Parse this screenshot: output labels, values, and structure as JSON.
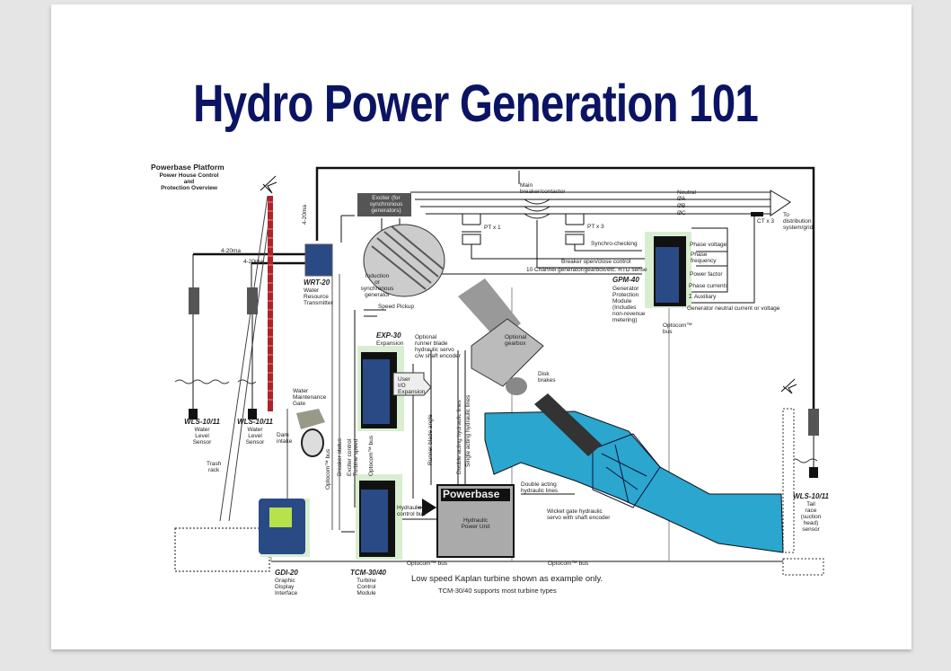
{
  "slide": {
    "title": "Hydro Power Generation 101"
  },
  "diagram": {
    "header": {
      "title": "Powerbase Platform",
      "subtitle_1": "Power House Control",
      "subtitle_2": "and",
      "subtitle_3": "Protection Overview"
    },
    "signals": {
      "ma_1": "4-20ma",
      "ma_2": "4-20ma",
      "ma_vertical": "4-20ma"
    },
    "devices": {
      "wrt20": {
        "name": "WRT-20",
        "desc": [
          "Water",
          "Resource",
          "Transmitter"
        ]
      },
      "wls_left": {
        "name": "WLS-10/11",
        "desc": [
          "Water",
          "Level",
          "Sensor"
        ]
      },
      "wls_mid": {
        "name": "WLS-10/11",
        "desc": [
          "Water",
          "Level",
          "Sensor"
        ]
      },
      "wls_tail": {
        "name": "WLS-10/11",
        "desc": [
          "Tail",
          "race",
          "(suction",
          "head)",
          "sensor"
        ]
      },
      "exp30": {
        "name": "EXP-30",
        "desc": [
          "Expansion"
        ],
        "io_label": [
          "User",
          "I/O",
          "Expansion"
        ]
      },
      "gpm40": {
        "name": "GPM-40",
        "desc": [
          "Generator",
          "Protection",
          "Module",
          "(Includes",
          "non-revenue",
          "metering)"
        ]
      },
      "gdi20": {
        "name": "GDI-20",
        "desc": [
          "Graphic",
          "Display",
          "Interface"
        ]
      },
      "tcm3040": {
        "name": "TCM-30/40",
        "desc": [
          "Turbine",
          "Control",
          "Module"
        ]
      },
      "hpu": {
        "brand": "Powerbase",
        "desc": [
          "Hydraulic",
          "Power Unit"
        ]
      }
    },
    "components": {
      "exciter": [
        "Exciter (for",
        "synchronous",
        "generators)"
      ],
      "generator": [
        "Induction",
        "or",
        "synchronous",
        "generator"
      ],
      "speed_pickup": "Speed Pickup",
      "runner_servo": [
        "Optional",
        "runner blade",
        "hydraulic servo",
        "c/w shaft encoder"
      ],
      "gearbox": [
        "Optional",
        "gearbox"
      ],
      "disk_brakes": [
        "Disk",
        "brakes"
      ],
      "maintenance_gate": [
        "Water",
        "Maintenance",
        "Gate"
      ],
      "dam_intake": [
        "Dam",
        "intake"
      ],
      "trash_rack": [
        "Trash",
        "rack"
      ],
      "main_breaker": [
        "Main",
        "breaker/contactor"
      ],
      "pt1": "PT x 1",
      "pt3": "PT x 3",
      "ct3": "CT x 3",
      "grid": [
        "To",
        "distribution",
        "system/grid"
      ],
      "wicket_gate": [
        "Wicket gate hydraulic",
        "servo with shaft encoder"
      ],
      "double_acting": [
        "Double acting",
        "hydraulic lines"
      ],
      "hydraulic_control_bus": [
        "Hydraulic",
        "control bus"
      ]
    },
    "bus_lines": {
      "neutral": "Neutral",
      "phase_a": "ØA",
      "phase_b": "ØB",
      "phase_c": "ØC"
    },
    "gpm_inputs": {
      "synchro": "Synchro-checking",
      "breaker_ctrl": "Breaker open/close control",
      "rtd": "10 Channel generator/gearbox/etc.   RTD sense"
    },
    "gpm_outputs": {
      "phase_voltage": "Phase voltage",
      "phase_freq": [
        "Phase",
        "frequency"
      ],
      "power_factor": "Power factor",
      "phase_currents": "Phase currents",
      "aux": "Σ Auxiliary",
      "neutral_current": "Generator neutral current or voltage",
      "optocom": [
        "Optocom™",
        "bus"
      ]
    },
    "vertical_labels": {
      "optocom_bus": "Optocom™ bus",
      "breaker_status": "Breaker status",
      "exciter_control": "Exciter control",
      "turbine_speed": "Turbine speed",
      "optocom_bus_2": "Optocom™ bus",
      "runner_blade_angle": "Runner blade angle",
      "double_acting": "Double acting hydraulic lines",
      "single_acting": "Single acting hydraulic lines"
    },
    "bottom_bus": {
      "left": "Optocom™ bus",
      "right": "Optocom™ bus"
    },
    "footnotes": {
      "line_1": "Low speed Kaplan turbine shown as example only.",
      "line_2": "TCM-30/40 supports most turbine types"
    }
  },
  "colors": {
    "title": "#0b1463",
    "water": "#2aa6cf",
    "device_blue": "#2a4a86",
    "device_bg": "#d8eed0",
    "brick": "#b0222a",
    "background": "#e5e5e5"
  }
}
